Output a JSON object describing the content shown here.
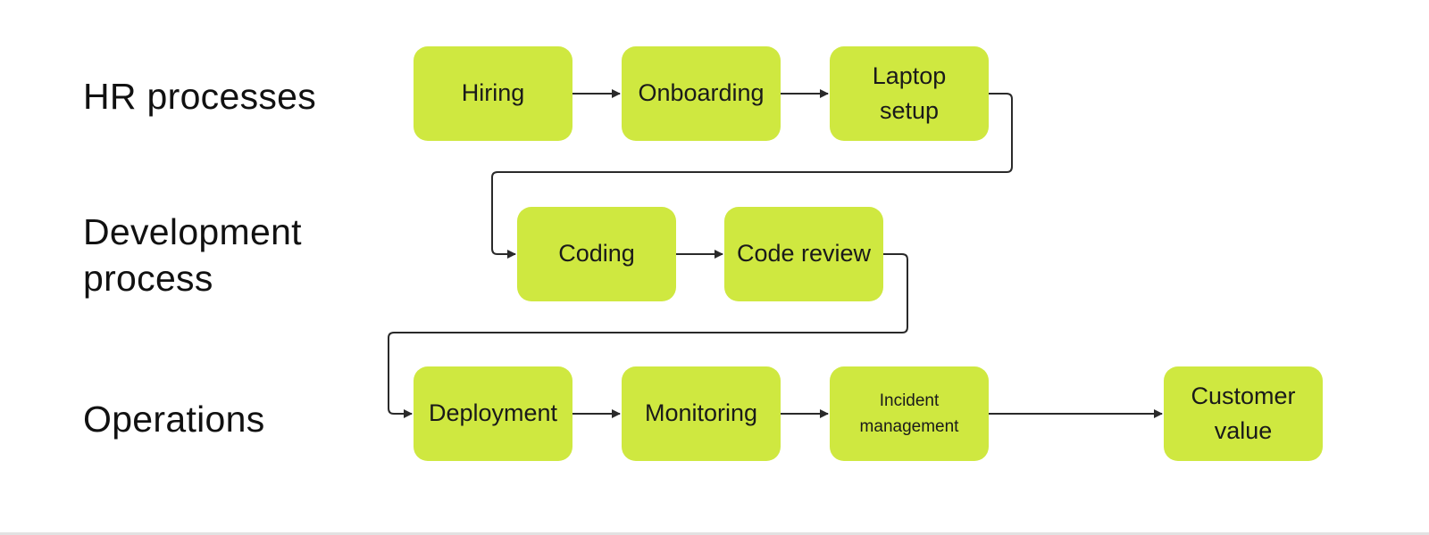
{
  "diagram": {
    "rows": [
      {
        "id": "hr",
        "label": "HR processes"
      },
      {
        "id": "dev",
        "label": "Development\nprocess"
      },
      {
        "id": "ops",
        "label": "Operations"
      }
    ],
    "nodes": {
      "hiring": "Hiring",
      "onboarding": "Onboarding",
      "laptop_setup": "Laptop\nsetup",
      "coding": "Coding",
      "code_review": "Code review",
      "deployment": "Deployment",
      "monitoring": "Monitoring",
      "incident_management": "Incident\nmanagement",
      "customer_value": "Customer\nvalue"
    },
    "edges": [
      {
        "from": "Hiring",
        "to": "Onboarding"
      },
      {
        "from": "Onboarding",
        "to": "Laptop setup"
      },
      {
        "from": "Laptop setup",
        "to": "Coding"
      },
      {
        "from": "Coding",
        "to": "Code review"
      },
      {
        "from": "Code review",
        "to": "Deployment"
      },
      {
        "from": "Deployment",
        "to": "Monitoring"
      },
      {
        "from": "Monitoring",
        "to": "Incident management"
      },
      {
        "from": "Incident management",
        "to": "Customer value"
      }
    ],
    "colors": {
      "node_fill": "#cfe840",
      "node_text": "#1a1a1a",
      "label_text": "#111111",
      "connector": "#2a2a2a",
      "background": "#ffffff"
    }
  }
}
